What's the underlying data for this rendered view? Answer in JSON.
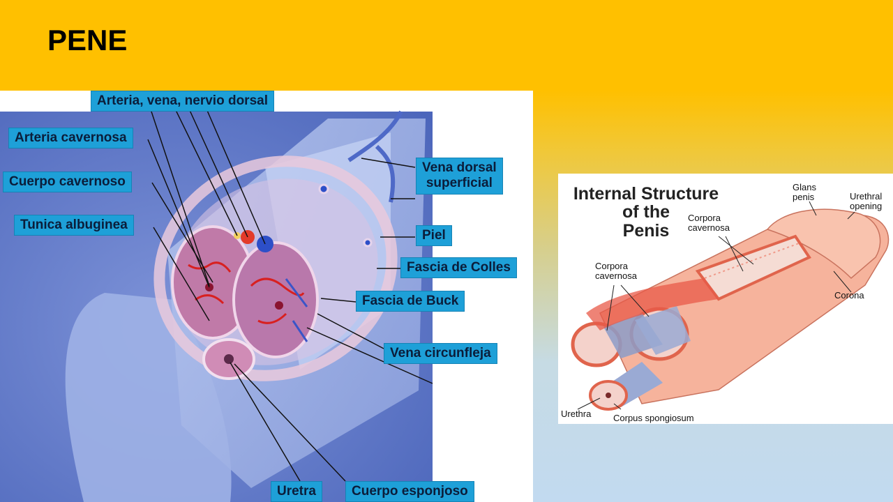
{
  "slide": {
    "title": "PENE"
  },
  "left_diagram": {
    "labels": {
      "arteria_vena_nervio_dorsal": "Arteria, vena, nervio dorsal",
      "arteria_cavernosa": "Arteria cavernosa",
      "cuerpo_cavernoso": "Cuerpo cavernoso",
      "tunica_albuginea": "Tunica albuginea",
      "vena_dorsal_superficial_1": "Vena dorsal",
      "vena_dorsal_superficial_2": "superficial",
      "piel": "Piel",
      "fascia_colles": "Fascia de Colles",
      "fascia_buck": "Fascia de Buck",
      "vena_circunfleja": "Vena circunfleja",
      "uretra": "Uretra",
      "cuerpo_esponjoso": "Cuerpo esponjoso"
    },
    "colors": {
      "label_bg": "#1ea0d8",
      "background": "#5b75c8",
      "tissue": "#c06a9e",
      "vessel": "#d82020"
    }
  },
  "right_diagram": {
    "title_lines": [
      "Internal Structure",
      "of the",
      "Penis"
    ],
    "labels": {
      "glans_penis_1": "Glans",
      "glans_penis_2": "penis",
      "urethral_opening_1": "Urethral",
      "urethral_opening_2": "opening",
      "corpora_cavernosa_top_1": "Corpora",
      "corpora_cavernosa_top_2": "cavernosa",
      "corpora_cavernosa_left_1": "Corpora",
      "corpora_cavernosa_left_2": "cavernosa",
      "corona": "Corona",
      "urethra": "Urethra",
      "corpus_spongiosum": "Corpus spongiosum"
    },
    "colors": {
      "skin": "#f6b39c",
      "tissue": "#e85a48",
      "vessel": "#8c9cc8"
    }
  }
}
